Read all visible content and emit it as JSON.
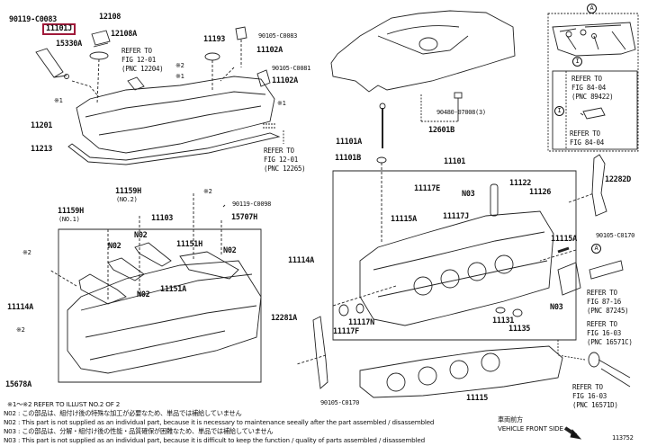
{
  "diagram": {
    "title": "Cylinder Head Parts Diagram",
    "figure_id": "113752",
    "highlighted_part": "11101J",
    "highlight_color": "#a01a3a",
    "part_labels": {
      "p90119_c0083": "90119-C0083",
      "p11101j": "11101J",
      "p15330a": "15330A",
      "p12108": "12108",
      "p12108a": "12108A",
      "p11193": "11193",
      "p90105_c0083": "90105-C0083",
      "p11102a_1": "11102A",
      "p90105_c0081": "90105-C0081",
      "p11102a_2": "11102A",
      "p11201": "11201",
      "p11213": "11213",
      "p90480": "90480-07008(3)",
      "p12601b": "12601B",
      "p11101a": "11101A",
      "p11101b": "11101B",
      "p11101": "11101",
      "p11159h_no2": "11159H",
      "p11159h_no2_sub": "(NO.2)",
      "p11159h_no1": "11159H",
      "p11159h_no1_sub": "(NO.1)",
      "p11103": "11103",
      "p90119_c0098": "90119-C0098",
      "p15707h": "15707H",
      "p11151h": "11151H",
      "p11151a": "11151A",
      "p11114a_1": "11114A",
      "p11114a_2": "11114A",
      "p15678a": "15678A",
      "p12281a": "12281A",
      "p11117e": "11117E",
      "p11117j": "11117J",
      "p11115a_1": "11115A",
      "p11115a_2": "11115A",
      "p11122": "11122",
      "p11126": "11126",
      "p11117n": "11117N",
      "p11117f": "11117F",
      "p11131": "11131",
      "p11135": "11135",
      "p11115": "11115",
      "p90105_c0170_1": "90105-C0170",
      "p90105_c0170_2": "90105-C0170",
      "p12282d": "12282D",
      "no2_a": "N02",
      "no2_b": "N02",
      "no2_c": "N02",
      "no2_d": "N02",
      "no3_a": "N03",
      "no3_b": "N03",
      "mark1_a": "※1",
      "mark1_b": "※1",
      "mark1_c": "※1",
      "mark2_a": "※2",
      "mark2_b": "※2",
      "mark2_c": "※2",
      "mark2_d": "※2"
    },
    "references": {
      "ref_12204": [
        "REFER TO",
        "FIG 12-01",
        "(PNC 12204)"
      ],
      "ref_12265": [
        "REFER TO",
        "FIG 12-01",
        "(PNC 12265)"
      ],
      "ref_89422": [
        "REFER TO",
        "FIG 84-04",
        "(PNC 89422)"
      ],
      "ref_8404": [
        "REFER TO",
        "FIG 84-04"
      ],
      "ref_87245": [
        "REFER TO",
        "FIG 87-16",
        "(PNC 87245)"
      ],
      "ref_16571c": [
        "REFER TO",
        "FIG 16-03",
        "(PNC 16571C)"
      ],
      "ref_16571d": [
        "REFER TO",
        "FIG 16-03",
        "(PNC 16571D)"
      ]
    },
    "callouts": {
      "detail_a": "A",
      "detail_a_arrow": "A",
      "detail_i_1": "I",
      "detail_i_2": "I"
    },
    "vehicle_front": {
      "jp": "車両前方",
      "en": "VEHICLE FRONT SIDE"
    },
    "notes": [
      "※1～※2  REFER TO ILLUST NO.2 OF 2",
      "N02 : この部品は、組付け後の特殊な加工が必要なため、単品では補給していません",
      "N02 : This part is not supplied as an individual part, because it is necessary to maintenance seeally after the part assembled / disassembled",
      "N03 : この部品は、分解・組付け後の性能・品質確保が困難なため、単品では補給していません",
      "N03 : This part is not supplied as an individual part, because it is difficult to keep the function / quality of parts assembled / disassembled"
    ]
  }
}
